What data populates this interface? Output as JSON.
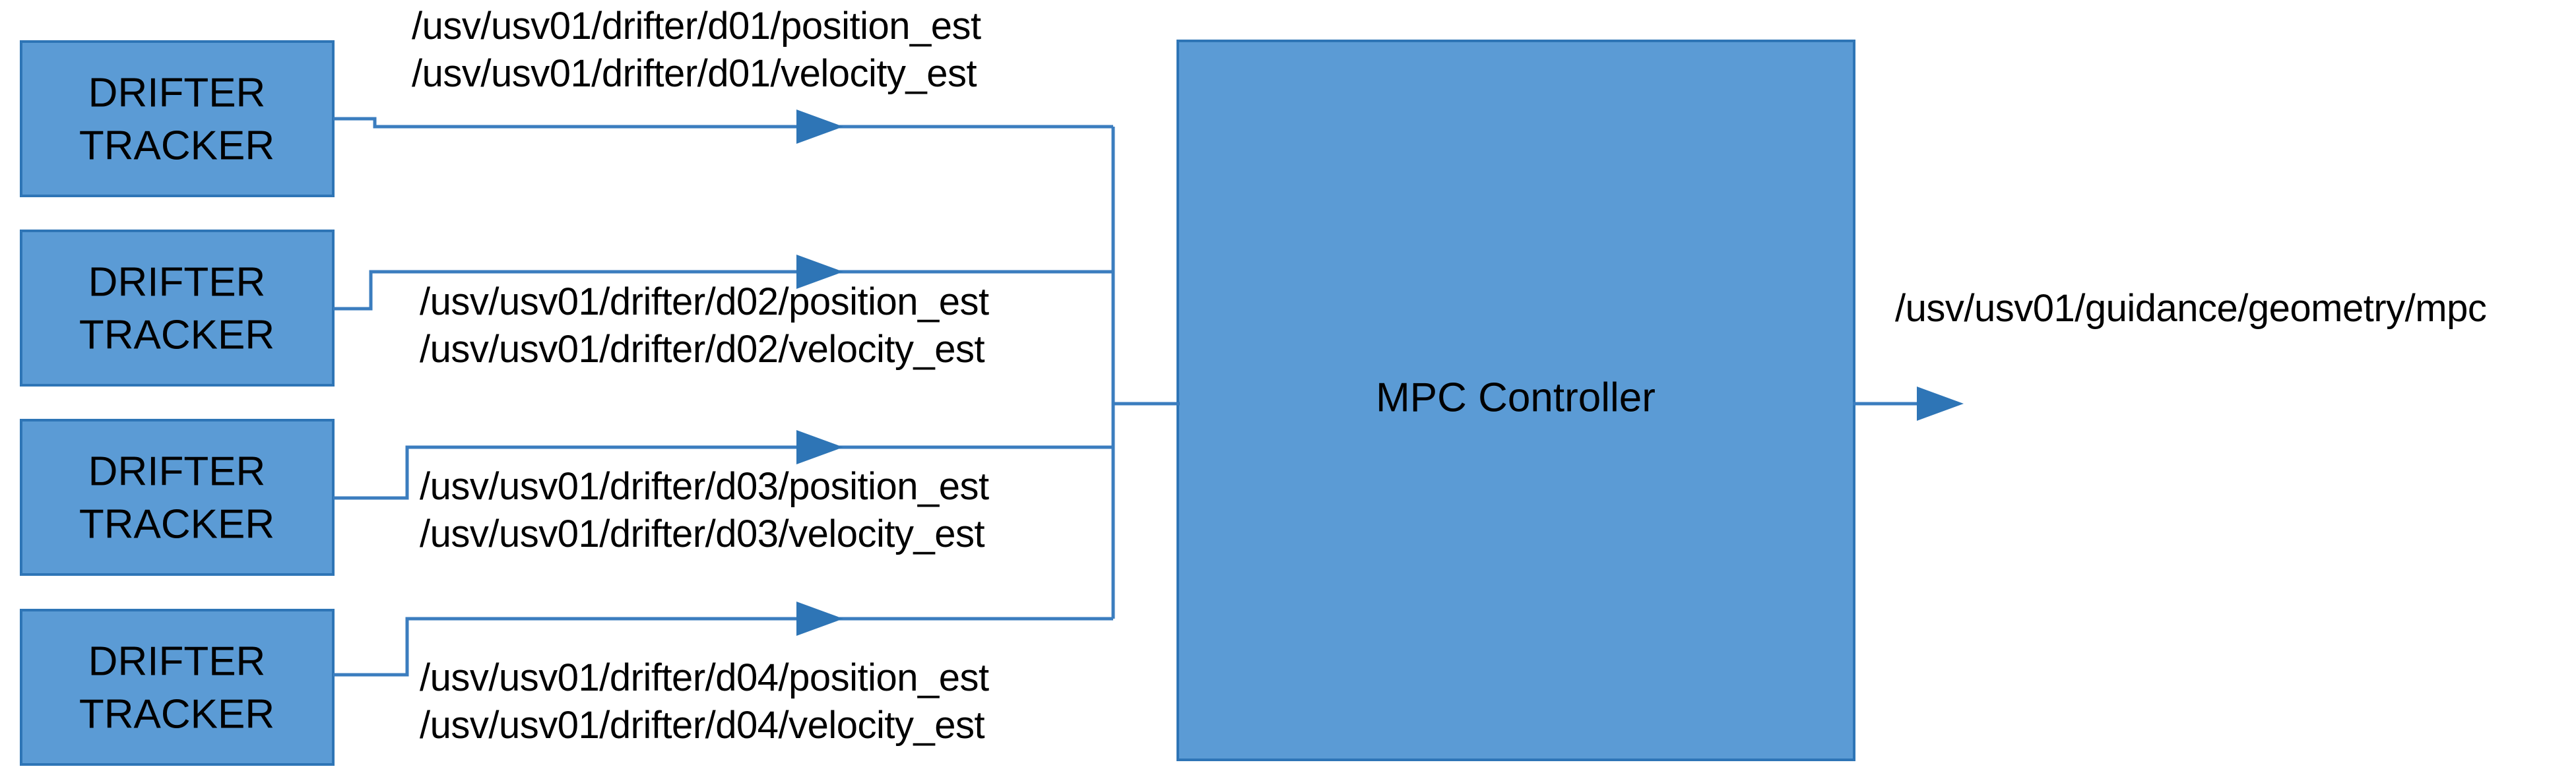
{
  "diagram": {
    "title": "MPC Controller drifter topic block diagram",
    "colors": {
      "node_fill": "#5B9BD5",
      "node_stroke": "#2E75B6",
      "connector": "#3B7DBF",
      "text": "#000000",
      "background": "#ffffff"
    },
    "nodes": [
      {
        "id": "drifter-tracker-1",
        "line1": "DRIFTER",
        "line2": "TRACKER"
      },
      {
        "id": "drifter-tracker-2",
        "line1": "DRIFTER",
        "line2": "TRACKER"
      },
      {
        "id": "drifter-tracker-3",
        "line1": "DRIFTER",
        "line2": "TRACKER"
      },
      {
        "id": "drifter-tracker-4",
        "line1": "DRIFTER",
        "line2": "TRACKER"
      }
    ],
    "controller": {
      "id": "mpc-controller",
      "label": "MPC Controller"
    },
    "input_topics": [
      {
        "id": "d01",
        "position": "/usv/usv01/drifter/d01/position_est",
        "velocity": "/usv/usv01/drifter/d01/velocity_est"
      },
      {
        "id": "d02",
        "position": "/usv/usv01/drifter/d02/position_est",
        "velocity": "/usv/usv01/drifter/d02/velocity_est"
      },
      {
        "id": "d03",
        "position": "/usv/usv01/drifter/d03/position_est",
        "velocity": "/usv/usv01/drifter/d03/velocity_est"
      },
      {
        "id": "d04",
        "position": "/usv/usv01/drifter/d04/position_est",
        "velocity": "/usv/usv01/drifter/d04/velocity_est"
      }
    ],
    "output_topic": {
      "id": "mpc-output",
      "label": "/usv/usv01/guidance/geometry/mpc"
    }
  }
}
